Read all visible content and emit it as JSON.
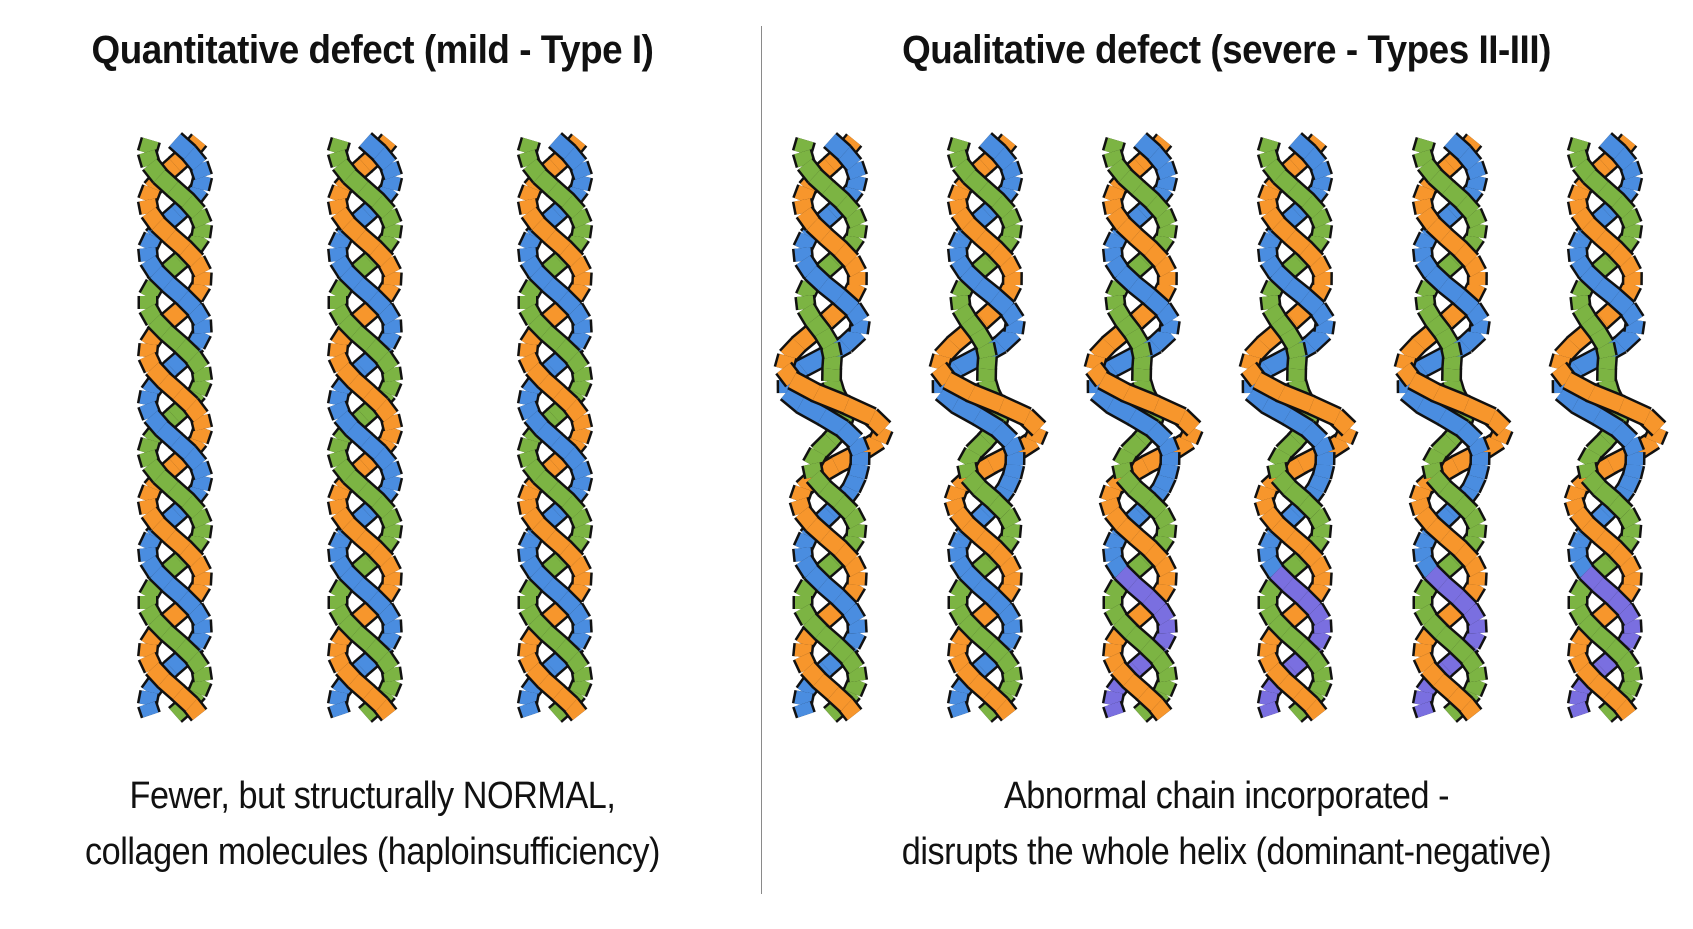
{
  "panels": {
    "left": {
      "title": "Quantitative defect (mild - Type I)",
      "caption_line1": "Fewer, but structurally NORMAL,",
      "caption_line2": "collagen molecules (haploinsufficiency)"
    },
    "right": {
      "title": "Qualitative defect (severe - Types II-III)",
      "caption_line1": "Abnormal chain incorporated -",
      "caption_line2": "disrupts the whole helix (dominant-negative)"
    }
  },
  "colors": {
    "blue_chain": "#4a8de0",
    "orange_chain": "#f7962c",
    "green_chain": "#7cb443",
    "abnormal_chain": "#7a6fe0",
    "outline": "#111111"
  },
  "helices": {
    "normal_count": 3,
    "abnormal_count": 6,
    "chain_order": [
      "blue_chain",
      "orange_chain",
      "green_chain"
    ]
  }
}
